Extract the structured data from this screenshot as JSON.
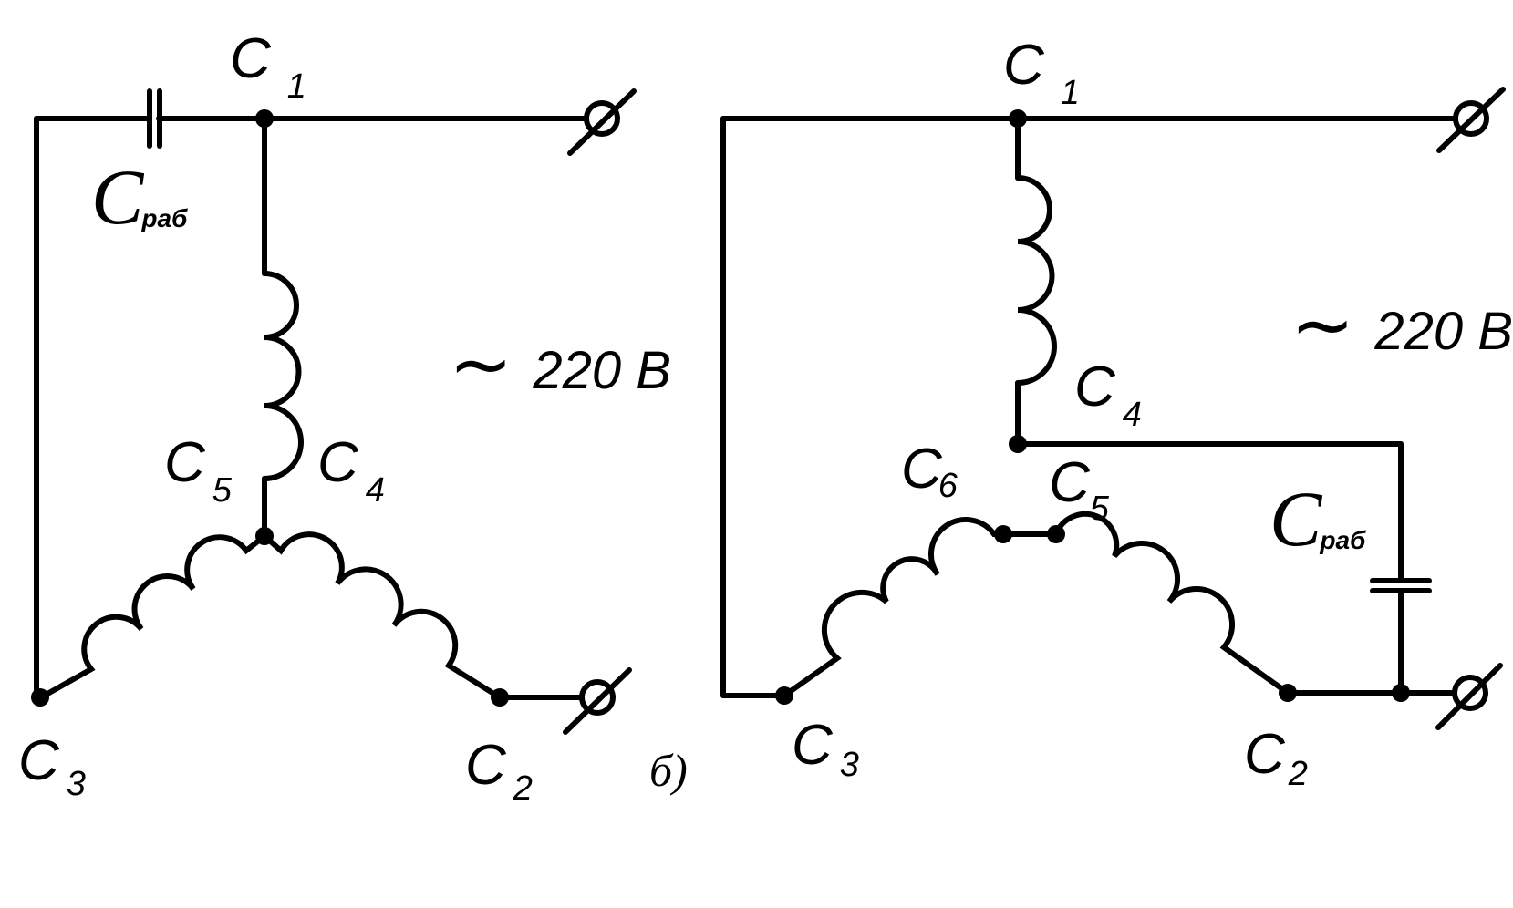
{
  "left": {
    "c1": {
      "letter": "C",
      "index": "1"
    },
    "c2": {
      "letter": "C",
      "index": "2"
    },
    "c3": {
      "letter": "C",
      "index": "3"
    },
    "c4": {
      "letter": "C",
      "index": "4"
    },
    "c5": {
      "letter": "C",
      "index": "5"
    },
    "cap": {
      "letter": "C",
      "sub": "раб"
    },
    "voltage": {
      "tilde": "~",
      "text": "220 В"
    }
  },
  "right": {
    "c1": {
      "letter": "C",
      "index": "1"
    },
    "c2": {
      "letter": "C",
      "index": "2"
    },
    "c3": {
      "letter": "C",
      "index": "3"
    },
    "c4": {
      "letter": "C",
      "index": "4"
    },
    "c5": {
      "letter": "C",
      "index": "5"
    },
    "c6": {
      "letter": "C",
      "index": "6"
    },
    "cap": {
      "letter": "C",
      "sub": "раб"
    },
    "voltage": {
      "tilde": "~",
      "text": "220 В"
    },
    "panel_letter": "б)"
  }
}
